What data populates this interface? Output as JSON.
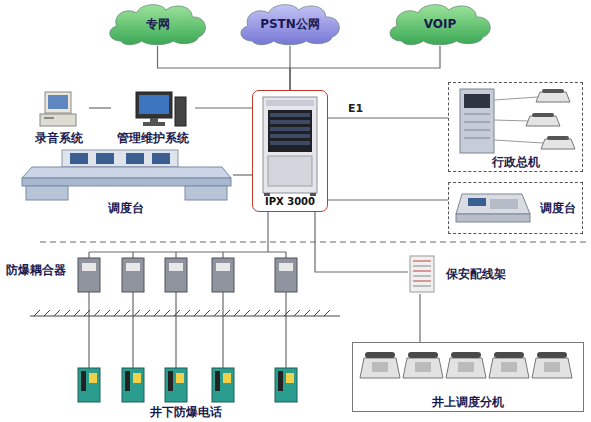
{
  "diagram": {
    "nodes": [
      {
        "text": [
          "专网"
        ]
      },
      {
        "text": [
          "PSTN公网"
        ]
      },
      {
        "text": [
          "VOIP"
        ]
      },
      {
        "text": [
          "录音系统"
        ]
      },
      {
        "text": [
          "管理维护系统"
        ]
      },
      {
        "text": [
          "IPX 3000"
        ]
      },
      {
        "text": [
          "行政总机"
        ]
      },
      {
        "text": [
          "调度台"
        ]
      },
      {
        "text": [
          "调度台"
        ]
      },
      {
        "text": [
          "保安配线架"
        ]
      },
      {
        "text": [
          "井上调度分机"
        ]
      }
    ],
    "edges": [
      {
        "from": 0,
        "to": 5,
        "arrow": "none"
      },
      {
        "from": 1,
        "to": 5,
        "arrow": "none"
      },
      {
        "from": 2,
        "to": 5,
        "arrow": "none"
      },
      {
        "from": 3,
        "to": 4,
        "arrow": "none"
      },
      {
        "from": 4,
        "to": 5,
        "arrow": "none"
      },
      {
        "from": 7,
        "to": 5,
        "arrow": "none"
      },
      {
        "from": 5,
        "to": 6,
        "label": "E1",
        "arrow": "none"
      },
      {
        "from": 5,
        "to": 8,
        "arrow": "none"
      },
      {
        "from": 5,
        "to": 9,
        "arrow": "none"
      },
      {
        "from": 9,
        "to": 10,
        "arrow": "none"
      }
    ],
    "labels": [
      "防爆耦合器",
      "井下防爆电话"
    ]
  }
}
